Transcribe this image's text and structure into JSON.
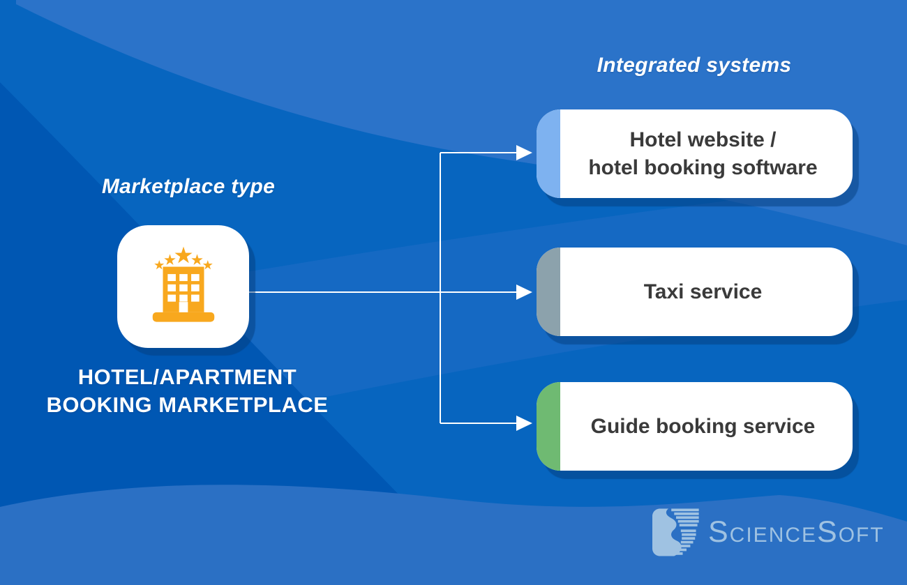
{
  "background_palette": {
    "base": "#0765BF",
    "dark_band": "#0057B3",
    "top_curve": "#2B73C9",
    "middle_band": "#1569C3",
    "bottom_wave": "#2B70C4"
  },
  "left_section": {
    "header": "Marketplace type",
    "icon": "hotel-building-icon",
    "icon_color": "#F8A81E",
    "title_line1": "HOTEL/APARTMENT",
    "title_line2": "BOOKING MARKETPLACE"
  },
  "right_section": {
    "header": "Integrated systems",
    "cards": [
      {
        "lines": [
          "Hotel website /",
          "hotel booking software"
        ],
        "accent_color": "#7EB2F0"
      },
      {
        "lines": [
          "Taxi service"
        ],
        "accent_color": "#8CA2AC"
      },
      {
        "lines": [
          "Guide booking service"
        ],
        "accent_color": "#6FBA72"
      }
    ]
  },
  "footer": {
    "brand": "ScienceSoft",
    "logo_color": "#9FC2E2"
  }
}
